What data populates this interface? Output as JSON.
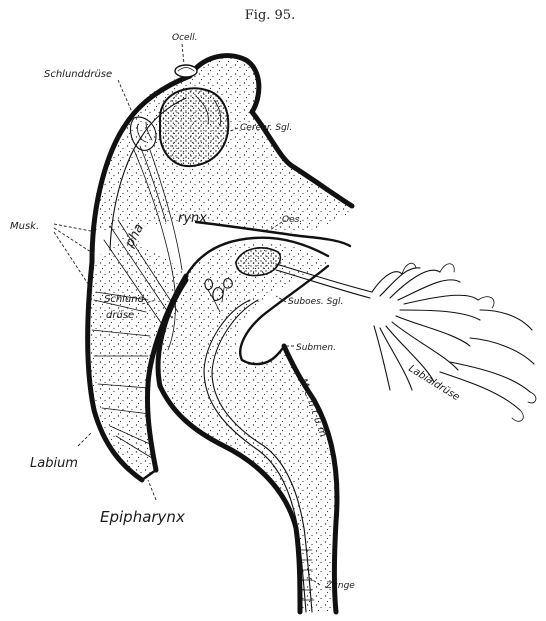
{
  "figure": {
    "title": "Fig. 95.",
    "labels": {
      "ocell": "Ocell.",
      "schlunddruse_top": "Schlunddrüse",
      "cerebr_sgl": "Cerebr. Sgl.",
      "musk": "Musk.",
      "pharynx_pha": "pha",
      "pharynx_rynx": "rynx",
      "oes": "Oes.",
      "schlund": "Schlund",
      "druse": "drüse",
      "suboes_sgl": "Suboes. Sgl.",
      "submen": "Submen.",
      "labialdruse": "Labialdrüse",
      "mentum": "Mentum",
      "labium": "Labium",
      "epipharynx": "Epipharynx",
      "zunge": "Zunge"
    }
  }
}
